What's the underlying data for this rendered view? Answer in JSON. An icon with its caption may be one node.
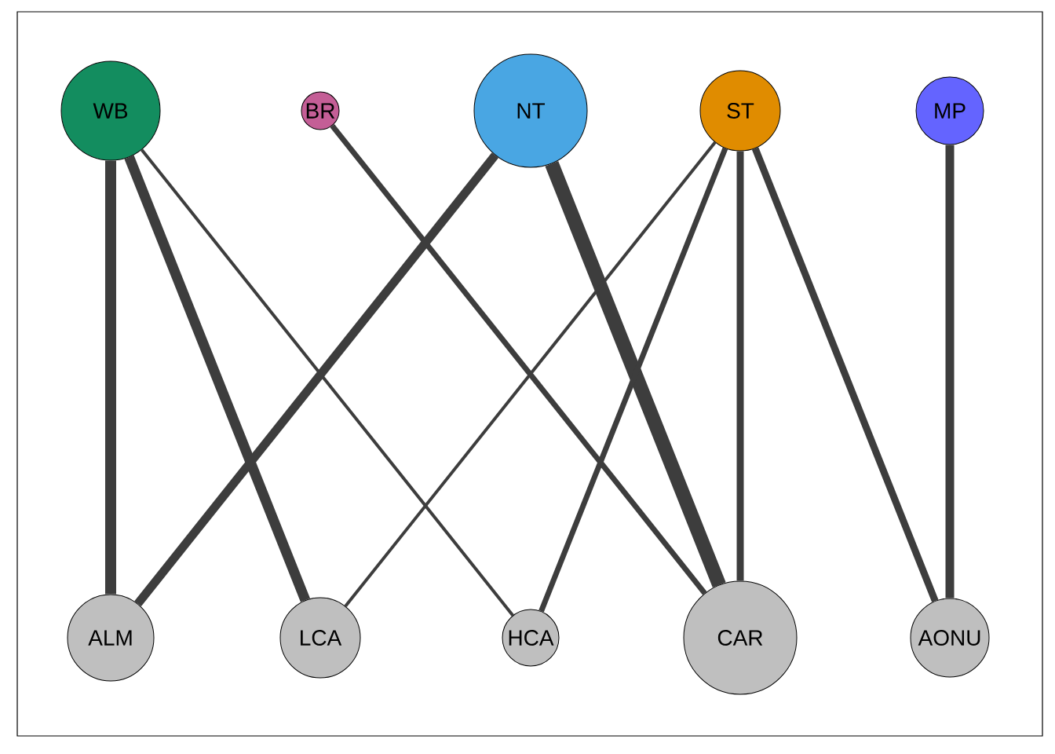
{
  "diagram": {
    "nodes": [
      {
        "text": [
          "WB"
        ]
      },
      {
        "text": [
          "BR"
        ]
      },
      {
        "text": [
          "NT"
        ]
      },
      {
        "text": [
          "ST"
        ]
      },
      {
        "text": [
          "MP"
        ]
      },
      {
        "text": [
          "ALM"
        ]
      },
      {
        "text": [
          "LCA"
        ]
      },
      {
        "text": [
          "HCA"
        ]
      },
      {
        "text": [
          "CAR"
        ]
      },
      {
        "text": [
          "AONU"
        ]
      }
    ],
    "edges": [
      {
        "from": 0,
        "to": 5,
        "arrow": "none"
      },
      {
        "from": 0,
        "to": 6,
        "arrow": "none"
      },
      {
        "from": 0,
        "to": 7,
        "arrow": "none"
      },
      {
        "from": 1,
        "to": 8,
        "arrow": "none"
      },
      {
        "from": 2,
        "to": 5,
        "arrow": "none"
      },
      {
        "from": 2,
        "to": 8,
        "arrow": "none",
        "style": "thick"
      },
      {
        "from": 3,
        "to": 6,
        "arrow": "none"
      },
      {
        "from": 3,
        "to": 7,
        "arrow": "none"
      },
      {
        "from": 3,
        "to": 8,
        "arrow": "none"
      },
      {
        "from": 3,
        "to": 9,
        "arrow": "none"
      },
      {
        "from": 4,
        "to": 9,
        "arrow": "none"
      }
    ]
  }
}
